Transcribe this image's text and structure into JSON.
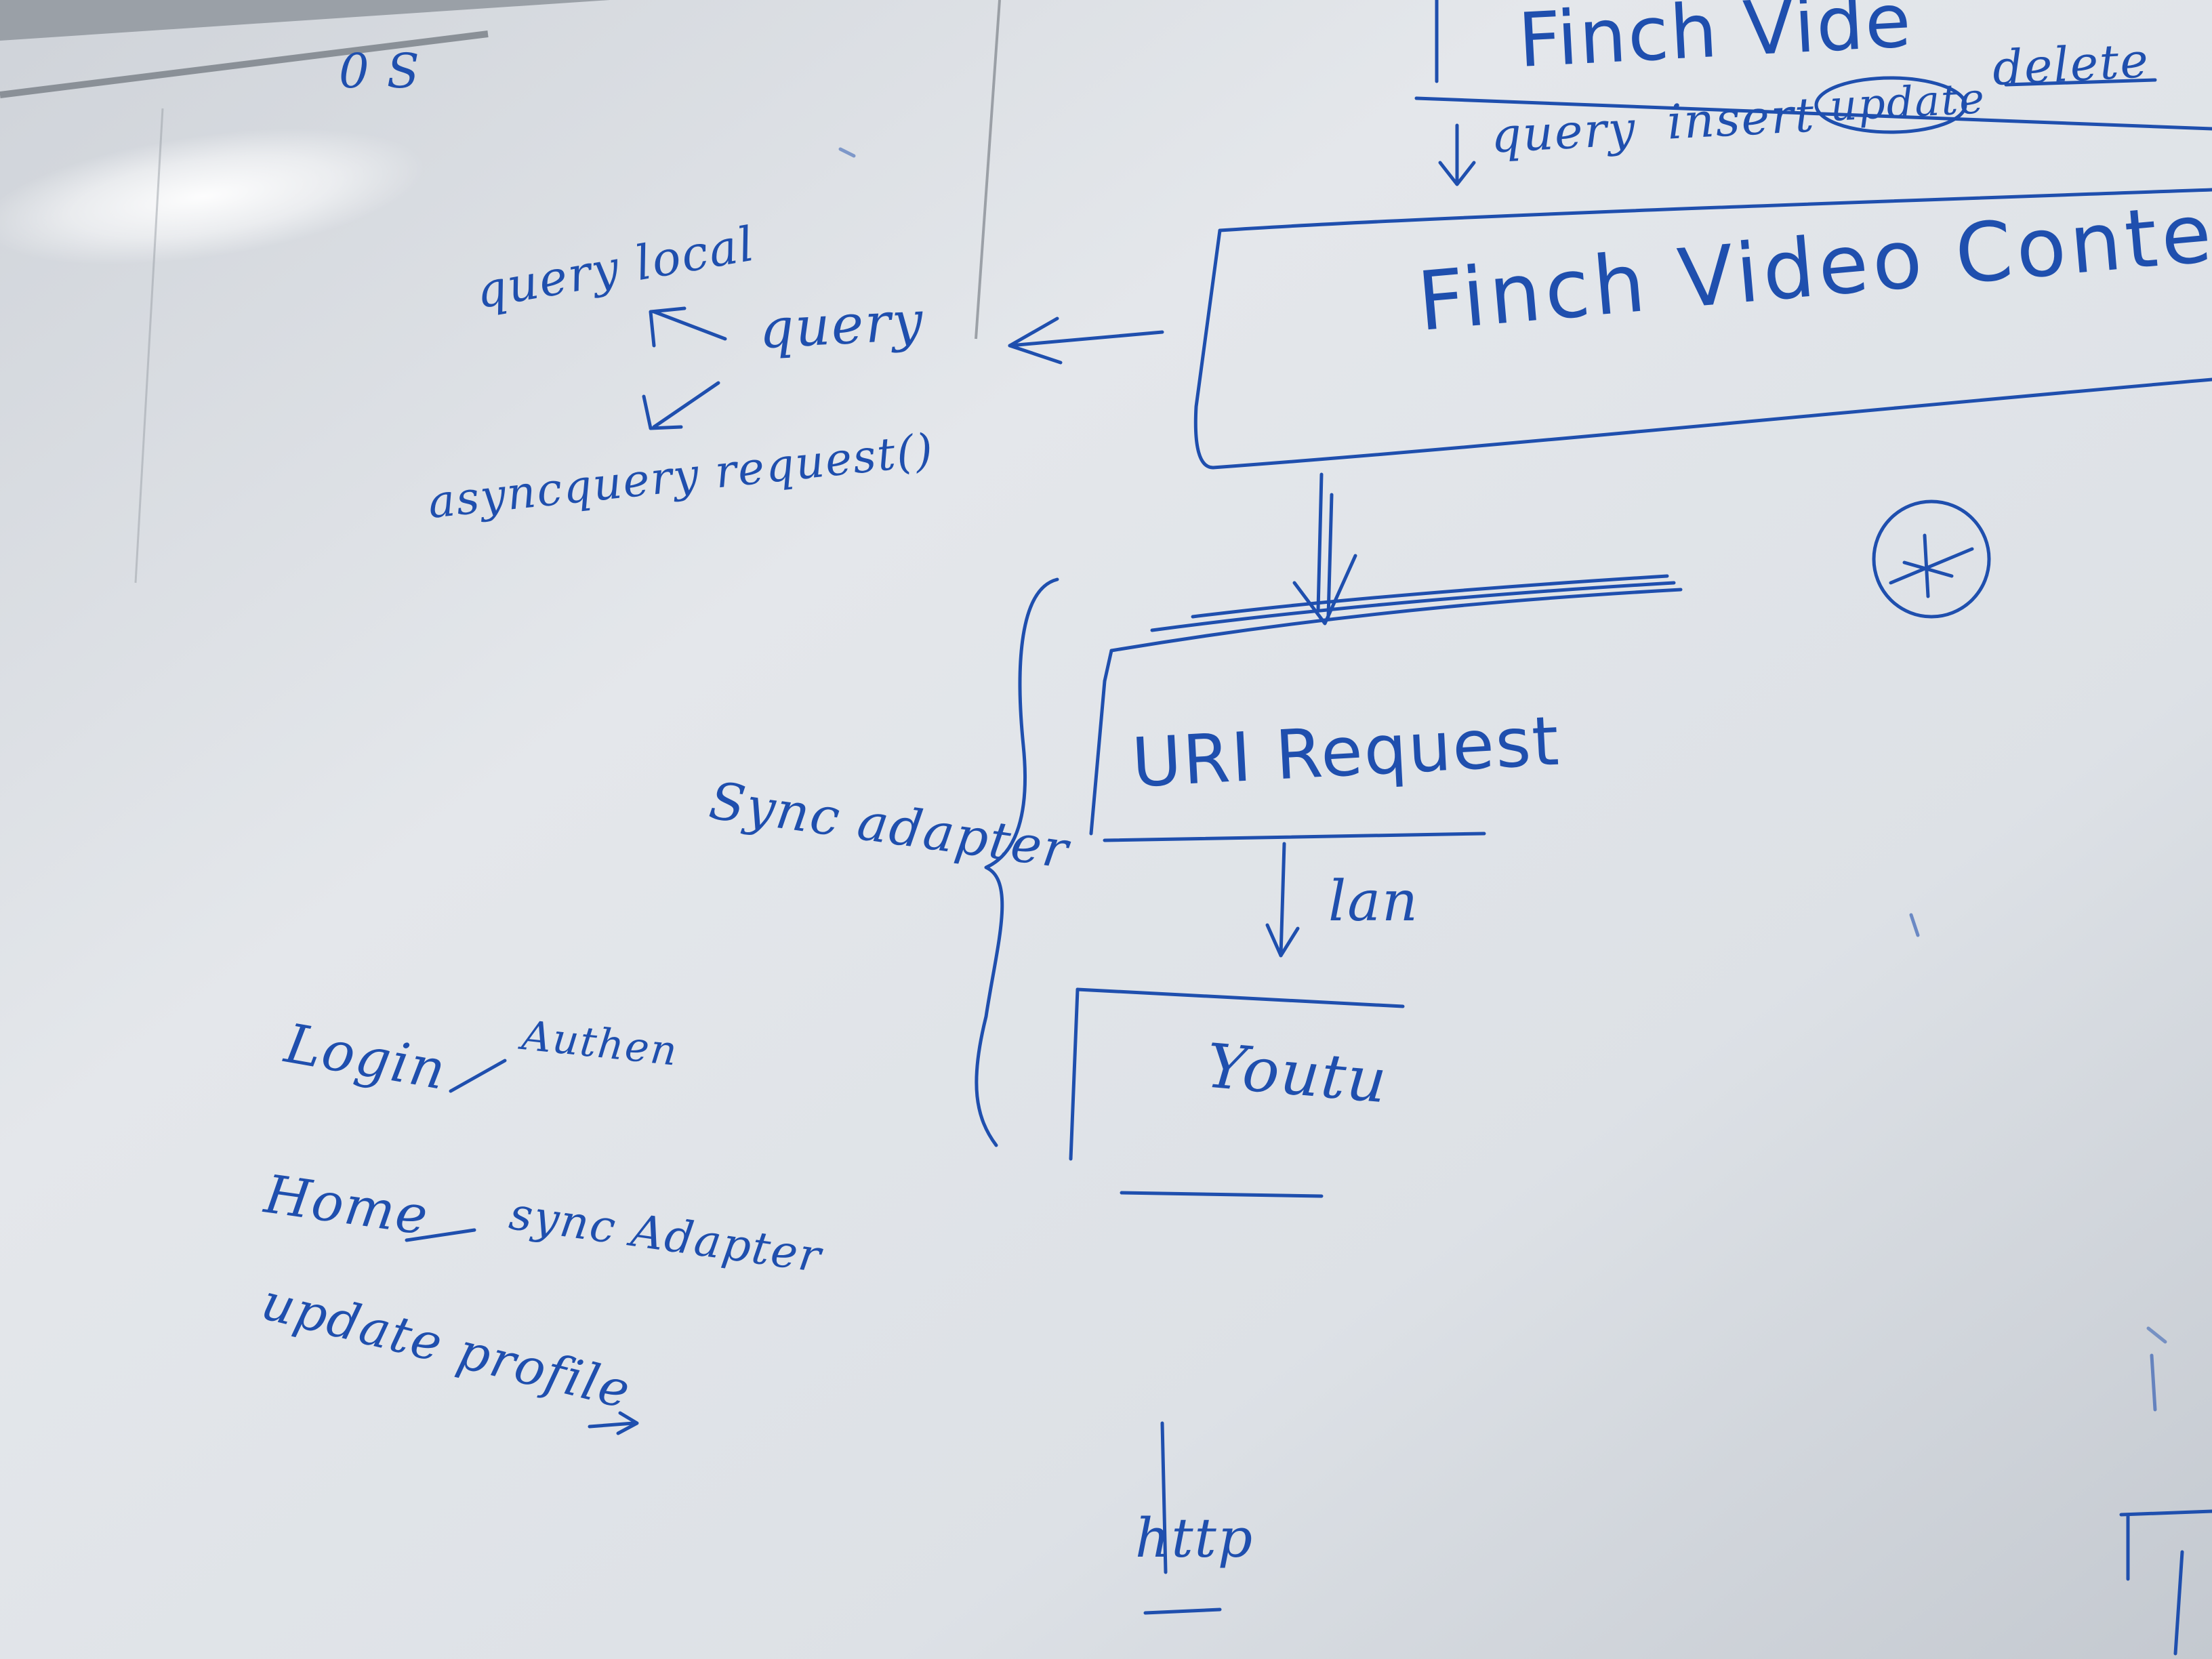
{
  "whiteboard": {
    "top_corner": "0 S",
    "top_header": "Finch Vide",
    "header_ops": {
      "query": "query",
      "insert": "insert",
      "update": "update",
      "delete": "delete"
    },
    "content_provider_box": "Finch Video Content",
    "query_label": "query",
    "query_local": "query local",
    "async_request": "asyncquery request()",
    "sync_adapter": "Sync adapter",
    "uri_request": "URI Request",
    "arrow_label": "lan",
    "youtube_box": "Youtu",
    "login": "Login",
    "authen": "Authen",
    "home": "Home",
    "sync_adapter_2": "sync Adapter",
    "update_profile": "update profile",
    "bottom_http": "http"
  },
  "colors": {
    "ink": "#1f4fae",
    "board": "#dfe3e8",
    "frame": "#8a9097"
  }
}
